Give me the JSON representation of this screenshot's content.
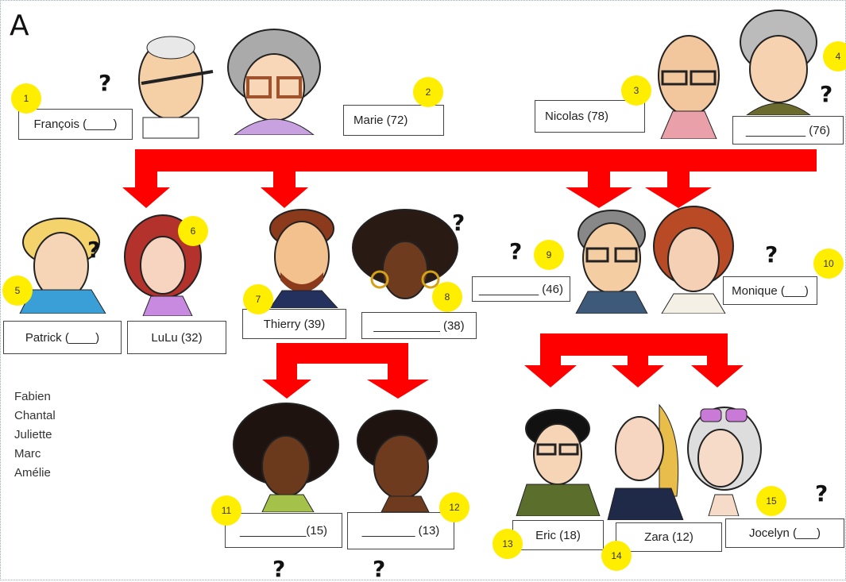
{
  "section_letter": "A",
  "people": [
    {
      "num": "1",
      "label": "François (____)"
    },
    {
      "num": "2",
      "label": "Marie (72)"
    },
    {
      "num": "3",
      "label": "Nicolas (78)"
    },
    {
      "num": "4",
      "label": "_________ (76)"
    },
    {
      "num": "5",
      "label": "Patrick (____)"
    },
    {
      "num": "6",
      "label": "LuLu (32)"
    },
    {
      "num": "7",
      "label": "Thierry (39)"
    },
    {
      "num": "8",
      "label": "__________ (38)"
    },
    {
      "num": "9",
      "label": "_________ (46)"
    },
    {
      "num": "10",
      "label": "Monique (___)"
    },
    {
      "num": "11",
      "label": "__________(15)"
    },
    {
      "num": "12",
      "label": "________ (13)"
    },
    {
      "num": "13",
      "label": "Eric (18)"
    },
    {
      "num": "14",
      "label": "Zara (12)"
    },
    {
      "num": "15",
      "label": "Jocelyn (___)"
    }
  ],
  "question_mark": "?",
  "name_bank": [
    "Fabien",
    "Chantal",
    "Juliette",
    "Marc",
    "Amélie"
  ],
  "colors": {
    "arrow": "#ff0000",
    "badge": "#ffee00"
  }
}
